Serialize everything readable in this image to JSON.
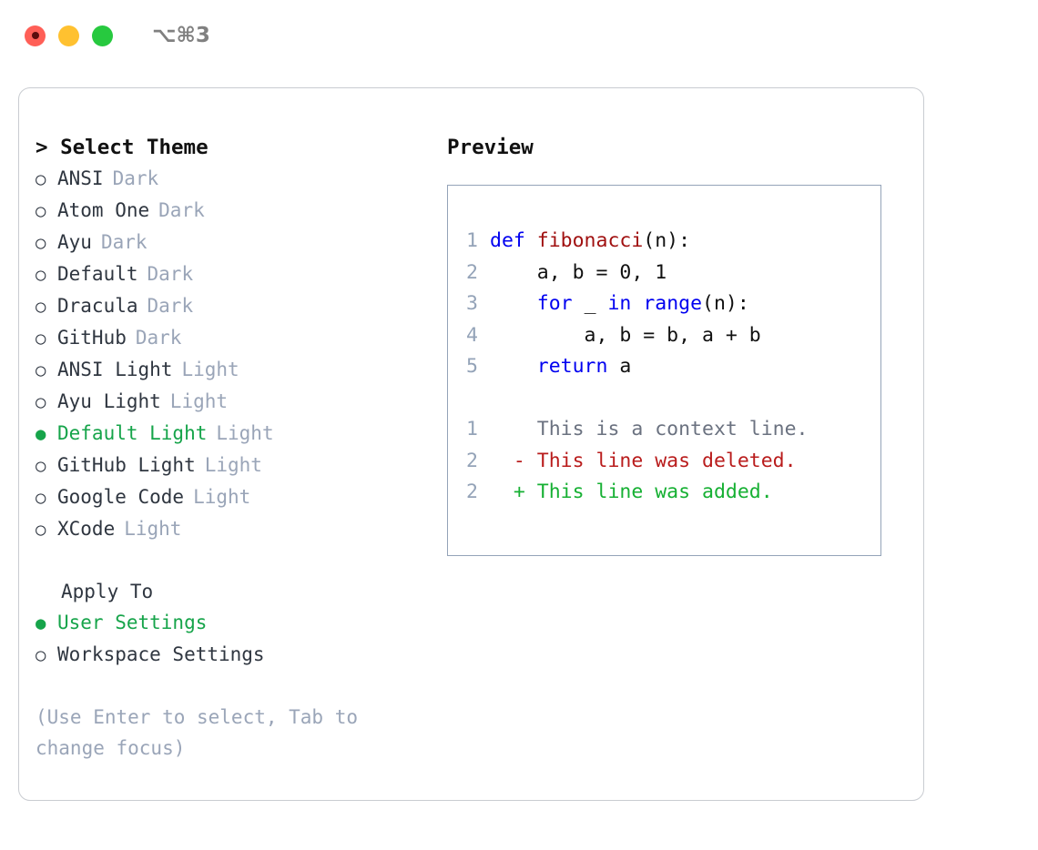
{
  "titlebar": {
    "lights": [
      "close-red",
      "minimize-yellow",
      "maximize-green"
    ],
    "shortcut": "⌥⌘3"
  },
  "theme_list": {
    "header": "> Select Theme",
    "items": [
      {
        "label": "ANSI",
        "badge": "Dark",
        "selected": false
      },
      {
        "label": "Atom One",
        "badge": "Dark",
        "selected": false
      },
      {
        "label": "Ayu",
        "badge": "Dark",
        "selected": false
      },
      {
        "label": "Default",
        "badge": "Dark",
        "selected": false
      },
      {
        "label": "Dracula",
        "badge": "Dark",
        "selected": false
      },
      {
        "label": "GitHub",
        "badge": "Dark",
        "selected": false
      },
      {
        "label": "ANSI Light",
        "badge": "Light",
        "selected": false
      },
      {
        "label": "Ayu Light",
        "badge": "Light",
        "selected": false
      },
      {
        "label": "Default Light",
        "badge": "Light",
        "selected": true
      },
      {
        "label": "GitHub Light",
        "badge": "Light",
        "selected": false
      },
      {
        "label": "Google Code",
        "badge": "Light",
        "selected": false
      },
      {
        "label": "XCode",
        "badge": "Light",
        "selected": false
      }
    ],
    "bullet_selected": "●",
    "bullet_unselected": "○"
  },
  "apply_to": {
    "heading": "Apply To",
    "items": [
      {
        "label": "User Settings",
        "selected": true
      },
      {
        "label": "Workspace Settings",
        "selected": false
      }
    ]
  },
  "hint": "(Use Enter to select, Tab to change focus)",
  "preview": {
    "title": "Preview",
    "code_lines": [
      {
        "n": "1",
        "tokens": [
          {
            "t": "def ",
            "c": "kw"
          },
          {
            "t": "fibonacci",
            "c": "fn"
          },
          {
            "t": "(n):",
            "c": "pl"
          }
        ]
      },
      {
        "n": "2",
        "tokens": [
          {
            "t": "    a, b = 0, 1",
            "c": "pl"
          }
        ]
      },
      {
        "n": "3",
        "tokens": [
          {
            "t": "    ",
            "c": "pl"
          },
          {
            "t": "for",
            "c": "kw"
          },
          {
            "t": " _ ",
            "c": "pl"
          },
          {
            "t": "in",
            "c": "kw"
          },
          {
            "t": " ",
            "c": "pl"
          },
          {
            "t": "range",
            "c": "kw"
          },
          {
            "t": "(n):",
            "c": "pl"
          }
        ]
      },
      {
        "n": "4",
        "tokens": [
          {
            "t": "        a, b = b, a + b",
            "c": "pl"
          }
        ]
      },
      {
        "n": "5",
        "tokens": [
          {
            "t": "    ",
            "c": "pl"
          },
          {
            "t": "return",
            "c": "kw"
          },
          {
            "t": " a",
            "c": "pl"
          }
        ]
      }
    ],
    "diff_lines": [
      {
        "n": "1",
        "marker": " ",
        "text": "This is a context line.",
        "kind": "ctx"
      },
      {
        "n": "2",
        "marker": "-",
        "text": "This line was deleted.",
        "kind": "del"
      },
      {
        "n": "2",
        "marker": "+",
        "text": "This line was added.",
        "kind": "add"
      }
    ]
  },
  "colors": {
    "accent_green": "#16a44a",
    "badge_gray": "#9aa5b8",
    "keyword_blue": "#0000f0",
    "function_red": "#a01010",
    "diff_added": "#16b033",
    "diff_deleted": "#b91c1c",
    "border_gray": "#c9ccd1",
    "preview_border": "#94a3b8"
  }
}
